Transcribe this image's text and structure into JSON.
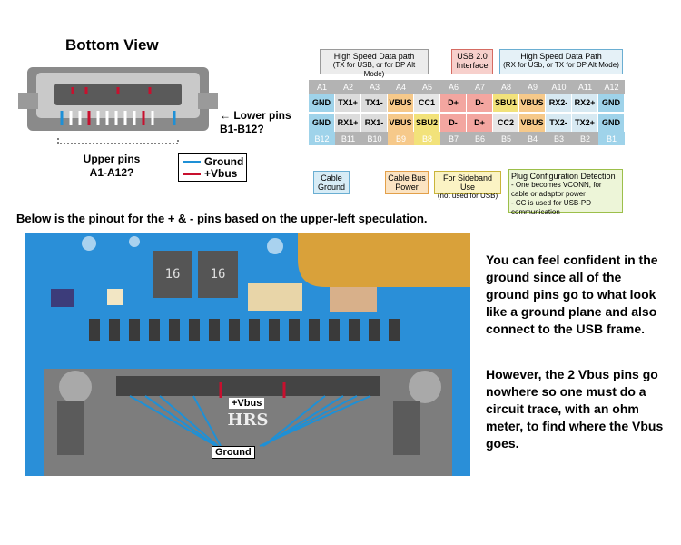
{
  "connector": {
    "title": "Bottom View",
    "lower_pins_label": "← Lower pins B1-B12?",
    "upper_pins_label": "Upper pins A1-A12?",
    "legend": [
      {
        "label": "Ground",
        "color": "#1e90d6"
      },
      {
        "label": "+Vbus",
        "color": "#c8102e"
      }
    ]
  },
  "pinout": {
    "top_numbers": [
      "A1",
      "A2",
      "A3",
      "A4",
      "A5",
      "A6",
      "A7",
      "A8",
      "A9",
      "A10",
      "A11",
      "A12"
    ],
    "top_signals": [
      "GND",
      "TX1+",
      "TX1-",
      "VBUS",
      "CC1",
      "D+",
      "D-",
      "SBU1",
      "VBUS",
      "RX2-",
      "RX2+",
      "GND"
    ],
    "bottom_signals": [
      "GND",
      "RX1+",
      "RX1-",
      "VBUS",
      "SBU2",
      "D-",
      "D+",
      "CC2",
      "VBUS",
      "TX2-",
      "TX2+",
      "GND"
    ],
    "bottom_numbers": [
      "B12",
      "B11",
      "B10",
      "B9",
      "B8",
      "B7",
      "B6",
      "B5",
      "B4",
      "B3",
      "B2",
      "B1"
    ],
    "callouts": {
      "high_speed_left": {
        "title": "High Speed Data path",
        "sub": "(TX for USB, or for DP Alt Mode)"
      },
      "usb2": {
        "title": "USB 2.0 Interface"
      },
      "high_speed_right": {
        "title": "High Speed Data Path",
        "sub": "(RX for USb, or TX for DP Alt Mode)"
      },
      "cable_ground": {
        "title": "Cable Ground"
      },
      "cable_bus_power": {
        "title": "Cable Bus Power"
      },
      "sideband": {
        "title": "For Sideband Use",
        "sub": "(not used for USB)"
      },
      "plug_config": {
        "title": "Plug Configuration Detection",
        "line1": "- One becomes VCONN, for cable or adaptor power",
        "line2": "- CC is used for USB-PD communication"
      }
    },
    "colors": {
      "gnd": "#9fd3ea",
      "tx": "#dcdcdc",
      "vbus": "#f6c98a",
      "cc": "#e6e6e6",
      "usb2": "#f3a6a0",
      "sbu": "#f2e27a",
      "rx": "#d7e9f2"
    }
  },
  "caption": "Below is the pinout for the + & - pins based on the upper-left speculation.",
  "photo": {
    "chip_marking": "16",
    "vbus_label": "+Vbus",
    "ground_label": "Ground",
    "logo": "HRS"
  },
  "notes": {
    "para1": "You can feel confident in the ground since all of the ground pins go to what look like a ground plane and also connect to the USB frame.",
    "para2": "However, the 2 Vbus pins go nowhere so one must do a circuit trace, with an ohm meter, to find where the Vbus goes."
  }
}
